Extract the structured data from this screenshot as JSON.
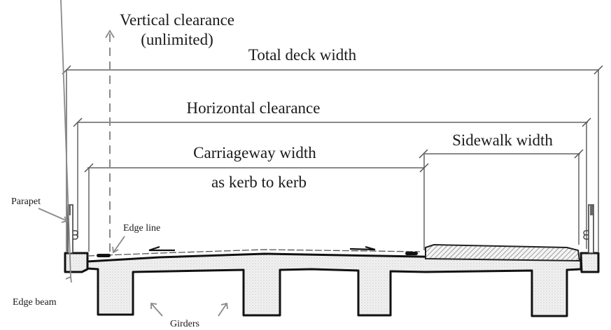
{
  "title": "Bridge deck cross-section dimensions",
  "dimensions": {
    "total_deck_width": "Total deck width",
    "horizontal_clearance": "Horizontal clearance",
    "carriageway_width_line1": "Carriageway width",
    "carriageway_width_line2": "as kerb to kerb",
    "sidewalk_width": "Sidewalk width",
    "vertical_clearance_line1": "Vertical clearance",
    "vertical_clearance_line2": "(unlimited)"
  },
  "components": {
    "parapet": "Parapet",
    "edge_line": "Edge line",
    "edge_beam": "Edge beam",
    "girders": "Girders"
  }
}
